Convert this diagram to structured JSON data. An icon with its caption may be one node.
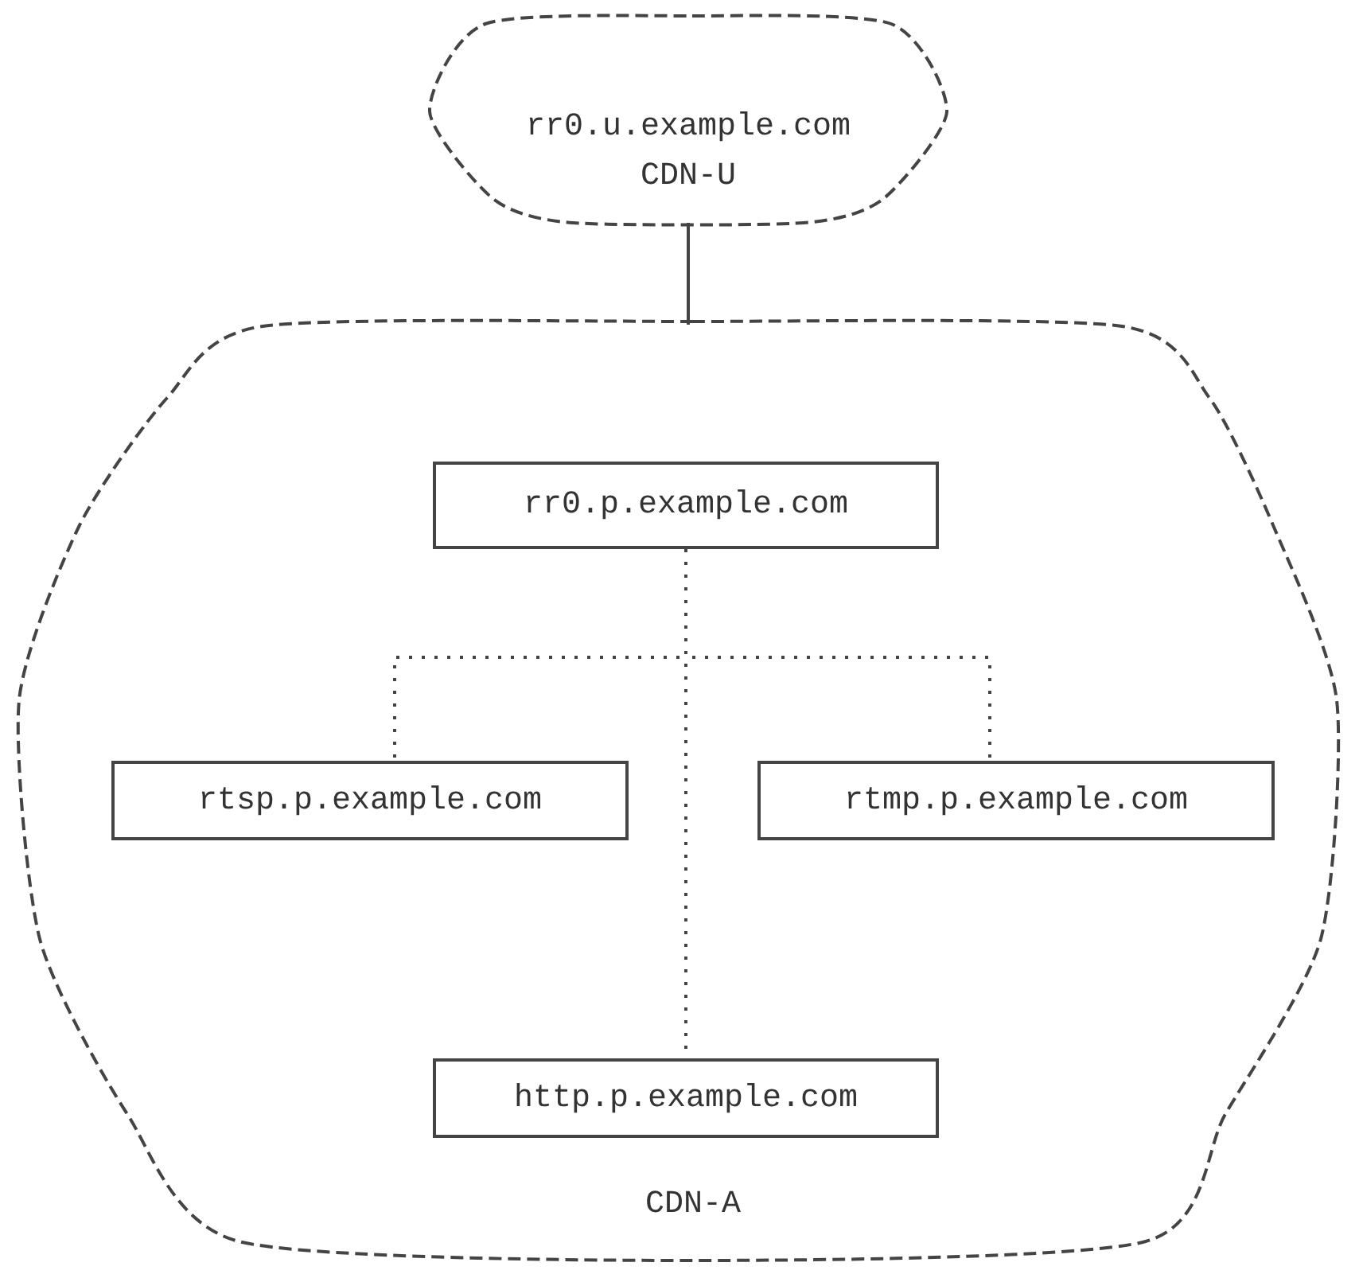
{
  "diagram": {
    "nodes": [
      {
        "text": [
          "rr0.u.example.com",
          "CDN-U"
        ]
      },
      {
        "text": [
          "CDN-A"
        ]
      },
      {
        "text": [
          "rr0.p.example.com"
        ],
        "in": 1
      },
      {
        "text": [
          "rtsp.p.example.com"
        ],
        "in": 1
      },
      {
        "text": [
          "rtmp.p.example.com"
        ],
        "in": 1
      },
      {
        "text": [
          "http.p.example.com"
        ],
        "in": 1
      }
    ],
    "edges": [
      {
        "from": 0,
        "to": 1,
        "arrow": "none"
      },
      {
        "from": 2,
        "to": 3,
        "arrow": "none",
        "style": "dashed"
      },
      {
        "from": 2,
        "to": 4,
        "arrow": "none",
        "style": "dashed"
      },
      {
        "from": 2,
        "to": 5,
        "arrow": "none",
        "style": "dashed"
      }
    ]
  }
}
